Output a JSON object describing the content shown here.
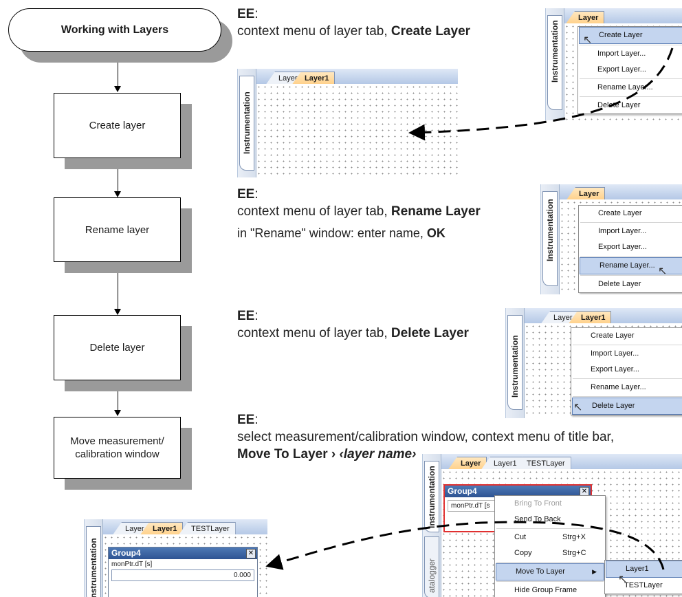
{
  "flowchart": {
    "start": "Working with Layers",
    "steps": [
      {
        "label": "Create layer"
      },
      {
        "label": "Rename layer"
      },
      {
        "label": "Delete layer"
      },
      {
        "label": "Move measurement/ calibration window"
      }
    ]
  },
  "instructions": {
    "create": {
      "ee": "EE",
      "colon": ":",
      "line1": "context menu of layer tab, ",
      "bold1": "Create Layer"
    },
    "rename": {
      "ee": "EE",
      "colon": ":",
      "line1": "context menu of layer tab, ",
      "bold1": "Rename Layer",
      "line2": "in \"Rename\" window: enter name, ",
      "bold2": "OK"
    },
    "delete": {
      "ee": "EE",
      "colon": ":",
      "line1": "context menu of layer tab, ",
      "bold1": "Delete Layer"
    },
    "move": {
      "ee": "EE",
      "colon": ":",
      "line1": "select measurement/calibration window, context menu of title bar, ",
      "bold1": "Move To Layer › ",
      "bold_italic": "‹layer name›"
    }
  },
  "screens": {
    "side_label": "Instrumentation",
    "side_label2": "atalogger",
    "tabs": {
      "layer": "Layer",
      "layer1": "Layer1",
      "test": "TESTLayer"
    },
    "layer_menu": [
      "Create Layer",
      "Import Layer...",
      "Export Layer...",
      "Rename Layer...",
      "Delete Layer"
    ],
    "window": {
      "title": "Group4",
      "signal": "monPtr.dT [s]",
      "signal_short": "monPtr.dT [s",
      "value": "0.000"
    },
    "window_menu": [
      {
        "label": "Bring To Front"
      },
      {
        "label": "Send To Back"
      },
      {
        "label": "Cut",
        "shortcut": "Strg+X"
      },
      {
        "label": "Copy",
        "shortcut": "Strg+C"
      },
      {
        "label": "Move To Layer"
      },
      {
        "label": "Hide Group Frame"
      }
    ],
    "submenu": [
      "Layer1",
      "TESTLayer"
    ]
  }
}
